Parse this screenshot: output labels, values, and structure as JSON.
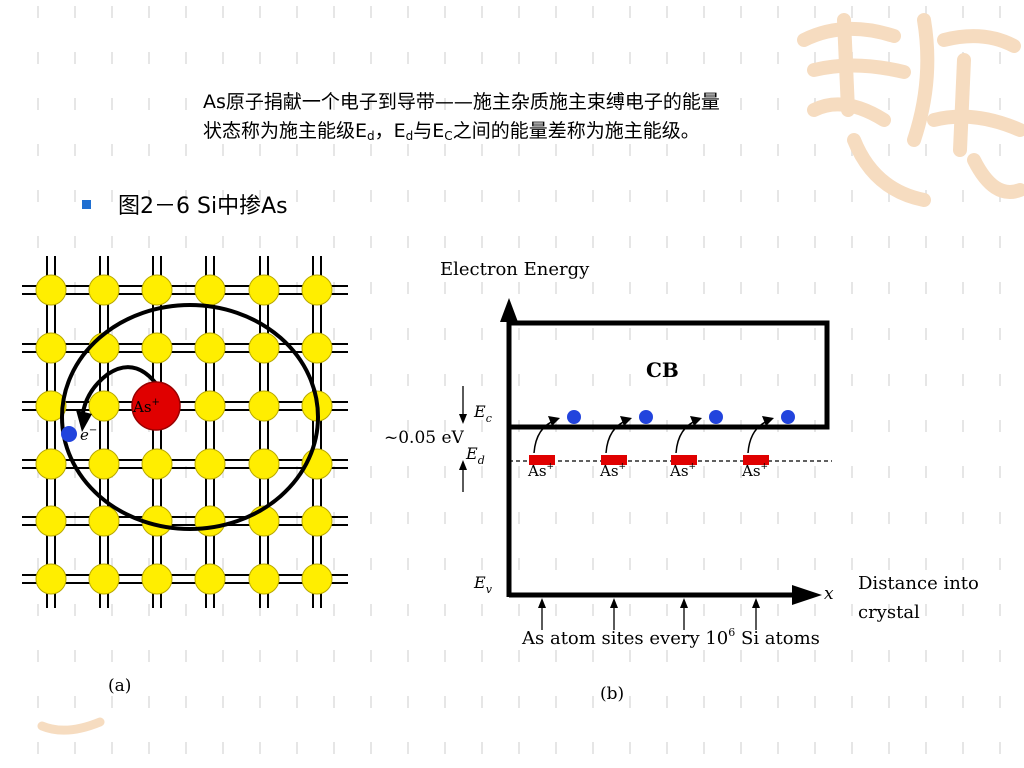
{
  "intro": {
    "line1": "As原子捐献一个电子到导带——施主杂质施主束缚电子的能量",
    "line2_pre": "状态称为施主能级E",
    "line2_sub_d1": "d",
    "line2_mid1": "，E",
    "line2_sub_d2": "d",
    "line2_mid2": "与E",
    "line2_sub_c": "C",
    "line2_post": "之间的能量差称为施主能级。"
  },
  "bullet": {
    "text": "图2－6 Si中掺As"
  },
  "lattice": {
    "dopant_label": "As",
    "dopant_charge": "+",
    "electron_label": "e",
    "electron_charge": "−",
    "colors": {
      "si_atom": "#ffee00",
      "dopant": "#e00000",
      "electron": "#2244dd",
      "bond": "#000000"
    }
  },
  "band": {
    "y_axis_label": "Electron Energy",
    "cb_label": "CB",
    "ec_label": "E",
    "ec_sub": "c",
    "ed_label": "E",
    "ed_sub": "d",
    "ev_label": "E",
    "ev_sub": "v",
    "gap_label": "~0.05 eV",
    "donor_label": "As",
    "donor_charge": "+",
    "x_axis_label": "x",
    "distance_line1": "Distance into",
    "distance_line2": "crystal",
    "sites_pre": "As atom sites every 10",
    "sites_sup": "6",
    "sites_post": " Si atoms",
    "colors": {
      "donor": "#e00000",
      "electron": "#2244dd"
    }
  },
  "captions": {
    "a": "(a)",
    "b": "(b)"
  }
}
